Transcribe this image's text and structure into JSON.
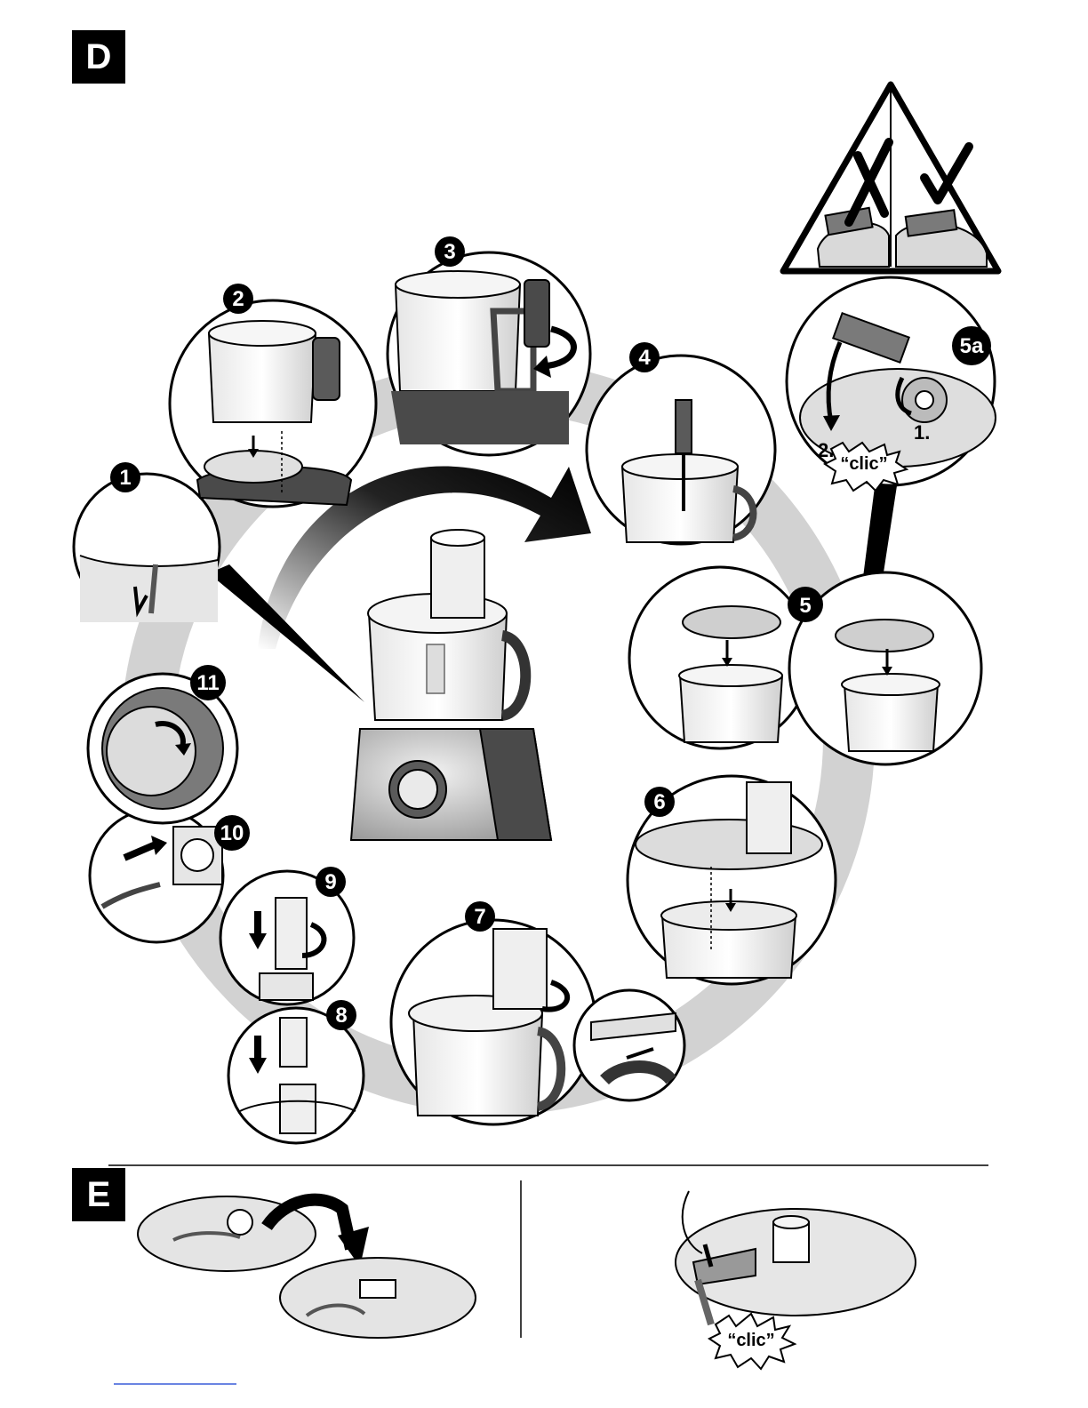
{
  "sections": {
    "d_label": "D",
    "e_label": "E"
  },
  "steps": {
    "s1": "1",
    "s2": "2",
    "s3": "3",
    "s4": "4",
    "s5": "5",
    "s5a": "5a",
    "s6": "6",
    "s7": "7",
    "s8": "8",
    "s9": "9",
    "s10": "10",
    "s11": "11"
  },
  "callouts": {
    "clic_5a": "“clic”",
    "step_1_marker": "1.",
    "step_2_marker": "2.",
    "clic_e": "“clic”"
  },
  "colors": {
    "ink": "#000000",
    "gray_dark": "#5a5a5a",
    "gray_mid": "#9a9a9a",
    "gray_light": "#d9d9d9",
    "shadow": "#cfcfcf"
  },
  "icons": {
    "warning": "warning-triangle-icon",
    "wrong": "cross-mark-icon",
    "right": "check-mark-icon",
    "rotate": "rotate-arrow-icon"
  }
}
